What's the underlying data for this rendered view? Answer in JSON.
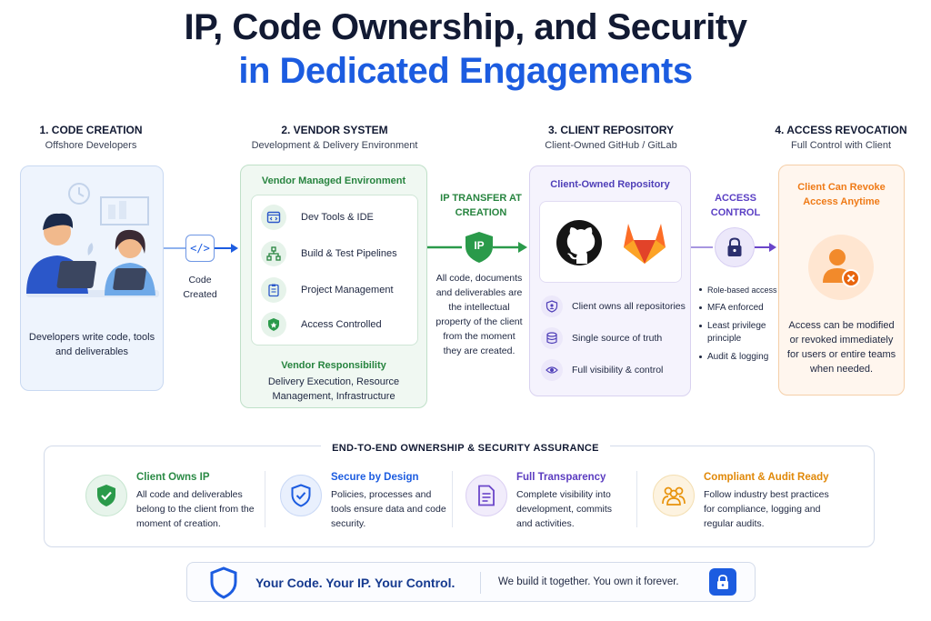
{
  "title": {
    "line1": "IP, Code Ownership, and Security",
    "line2": "in Dedicated Engagements"
  },
  "stages": [
    {
      "heading": "1. CODE CREATION",
      "sub": "Offshore Developers"
    },
    {
      "heading": "2. VENDOR SYSTEM",
      "sub": "Development & Delivery Environment"
    },
    {
      "heading": "3. CLIENT REPOSITORY",
      "sub": "Client-Owned GitHub / GitLab"
    },
    {
      "heading": "4. ACCESS REVOCATION",
      "sub": "Full Control with Client"
    }
  ],
  "card1": {
    "text": "Developers write code, tools and deliverables"
  },
  "flow1": {
    "label": "Code Created"
  },
  "card2": {
    "header": "Vendor Managed Environment",
    "items": [
      {
        "label": "Dev Tools & IDE",
        "icon": "code-window-icon"
      },
      {
        "label": "Build & Test Pipelines",
        "icon": "pipeline-icon"
      },
      {
        "label": "Project Management",
        "icon": "clipboard-icon"
      },
      {
        "label": "Access Controlled",
        "icon": "shield-star-icon"
      }
    ],
    "resp_title": "Vendor Responsibility",
    "resp_text": "Delivery Execution, Resource Management, Infrastructure"
  },
  "flow2": {
    "title": "IP TRANSFER AT CREATION",
    "badge": "IP",
    "text": "All code, documents and deliverables are the intellectual property of the client from the moment they are created."
  },
  "card3": {
    "header": "Client-Owned Repository",
    "items": [
      {
        "label": "Client owns all repositories",
        "icon": "shield-person-icon"
      },
      {
        "label": "Single source of truth",
        "icon": "database-icon"
      },
      {
        "label": "Full visibility & control",
        "icon": "eye-icon"
      }
    ]
  },
  "flow3": {
    "title": "ACCESS CONTROL",
    "bullets": [
      "Role-based access",
      "MFA enforced",
      "Least privilege principle",
      "Audit & logging"
    ]
  },
  "card4": {
    "header": "Client Can Revoke Access Anytime",
    "text": "Access can be modified or revoked immediately for users or entire teams when needed."
  },
  "assurance": {
    "title": "END-TO-END OWNERSHIP & SECURITY ASSURANCE",
    "items": [
      {
        "title": "Client Owns IP",
        "text": "All code and deliverables belong to the client from the moment of creation.",
        "icon": "shield-check-icon",
        "color": "#2a9a4a"
      },
      {
        "title": "Secure by Design",
        "text": "Policies, processes and tools ensure data and code security.",
        "icon": "shield-outline-check-icon",
        "color": "#1c5ce0"
      },
      {
        "title": "Full Transparency",
        "text": "Complete visibility into development, commits and activities.",
        "icon": "document-icon",
        "color": "#6a45c9"
      },
      {
        "title": "Compliant & Audit Ready",
        "text": "Follow industry best practices for compliance, logging and regular audits.",
        "icon": "people-icon",
        "color": "#e8930c"
      }
    ]
  },
  "banner": {
    "tagline": "Your Code. Your IP. Your Control.",
    "subline": "We build it together. You own it forever."
  },
  "colors": {
    "blue": "#1c5ce0",
    "green": "#27843f",
    "purple": "#4f3fb8",
    "orange": "#ef7a16"
  }
}
